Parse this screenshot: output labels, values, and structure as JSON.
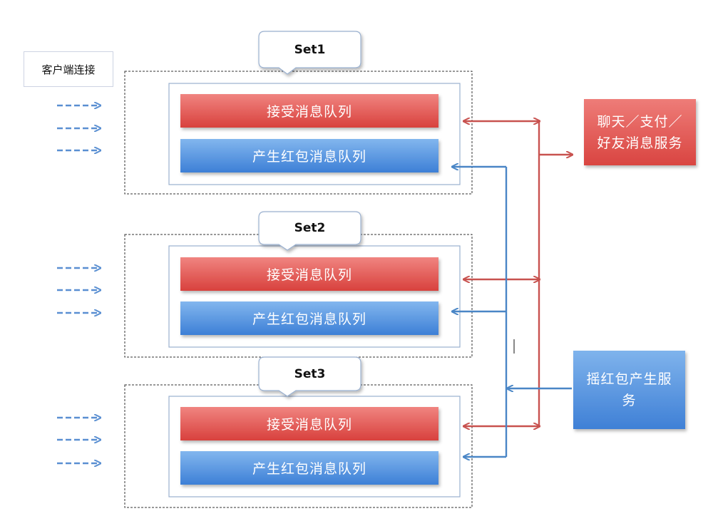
{
  "client_label": "客户端连接",
  "sets": [
    {
      "title": "Set1",
      "receive_queue": "接受消息队列",
      "redpacket_queue": "产生红包消息队列"
    },
    {
      "title": "Set2",
      "receive_queue": "接受消息队列",
      "redpacket_queue": "产生红包消息队列"
    },
    {
      "title": "Set3",
      "receive_queue": "接受消息队列",
      "redpacket_queue": "产生红包消息队列"
    }
  ],
  "services": {
    "chat_payment_friend": {
      "line1": "聊天／支付／",
      "line2": "好友消息服务"
    },
    "redpacket_generation": {
      "line1": "摇红包产生服",
      "line2": "务"
    }
  },
  "colors": {
    "red_queue": "#e0524f",
    "blue_queue": "#4a8fdf",
    "red_arrow": "#c8524f",
    "blue_arrow": "#4a86c6",
    "dashed_client_arrow": "#5a8fd2"
  }
}
